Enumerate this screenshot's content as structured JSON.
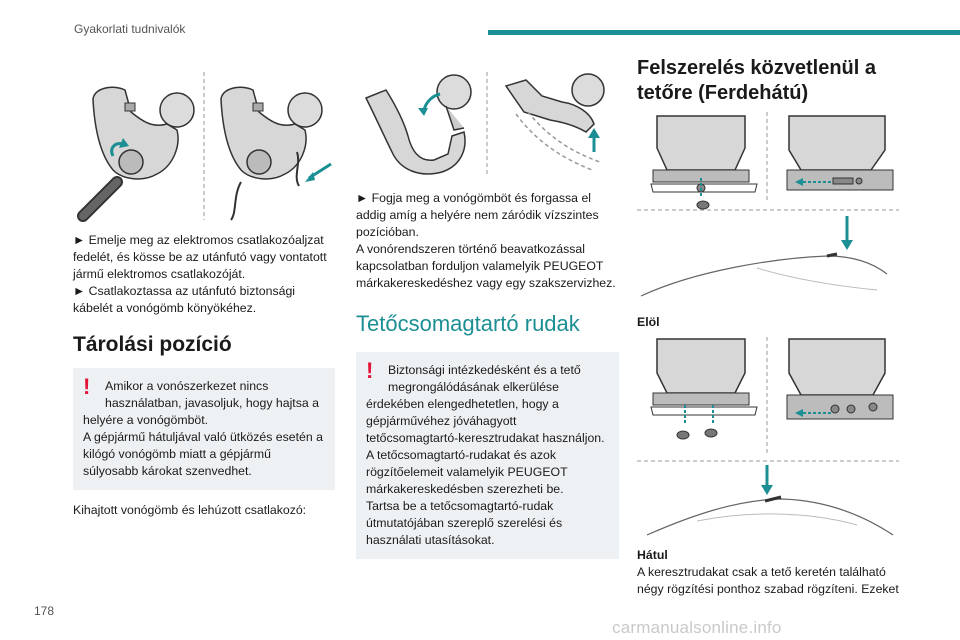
{
  "header": {
    "title": "Gyakorlati tudnivalók",
    "accent_color": "#1c8f94"
  },
  "page_number": "178",
  "watermark": "carmanualsonline.info",
  "col1": {
    "instructions": [
      "► Emelje meg az elektromos csatlakozóaljzat fedelét, és kösse be az utánfutó vagy vontatott jármű elektromos csatlakozóját.",
      "► Csatlakoztassa az utánfutó biztonsági kábelét a vonógömb könyökéhez."
    ],
    "storage_heading": "Tárolási pozíció",
    "warning": {
      "line1": "Amikor a vonószerkezet nincs",
      "line2": "használatban, javasoljuk, hogy hajtsa a helyére a vonógömböt.",
      "line3": "A gépjármű hátuljával való ütközés esetén a kilógó vonógömb miatt a gépjármű súlyosabb károkat szenvedhet."
    },
    "caption": "Kihajtott vonógömb és lehúzott csatlakozó:"
  },
  "col2": {
    "instruction": "► Fogja meg a vonógömböt és forgassa el addig amíg a helyére nem záródik vízszintes pozícióban.",
    "note": "A vonórendszeren történő beavatkozással kapcsolatban forduljon valamelyik PEUGEOT márkakereskedéshez vagy egy szakszervizhez.",
    "roof_heading": "Tetőcsomagtartó rudak",
    "warning": {
      "line1": "Biztonsági intézkedésként és a tető",
      "line2": "megrongálódásának elkerülése érdekében elengedhetetlen, hogy a gépjárművéhez jóváhagyott tetőcsomagtartó-keresztrudakat használjon.",
      "line3": "A tetőcsomagtartó-rudakat és azok rögzítőelemeit valamelyik PEUGEOT márkakereskedésben szerezheti be.",
      "line4": "Tartsa be a tetőcsomagtartó-rudak útmutatójában szereplő szerelési és használati utasításokat."
    }
  },
  "col3": {
    "heading": "Felszerelés közvetlenül a tetőre (Ferdehátú)",
    "front_label": "Elöl",
    "rear_label": "Hátul",
    "rear_text": "A keresztrudakat csak a tető keretén található négy rögzítési ponthoz szabad rögzíteni. Ezeket"
  },
  "colors": {
    "teal": "#1c8f94",
    "warning_red": "#e3143a",
    "box_bg": "#eef1f3"
  }
}
